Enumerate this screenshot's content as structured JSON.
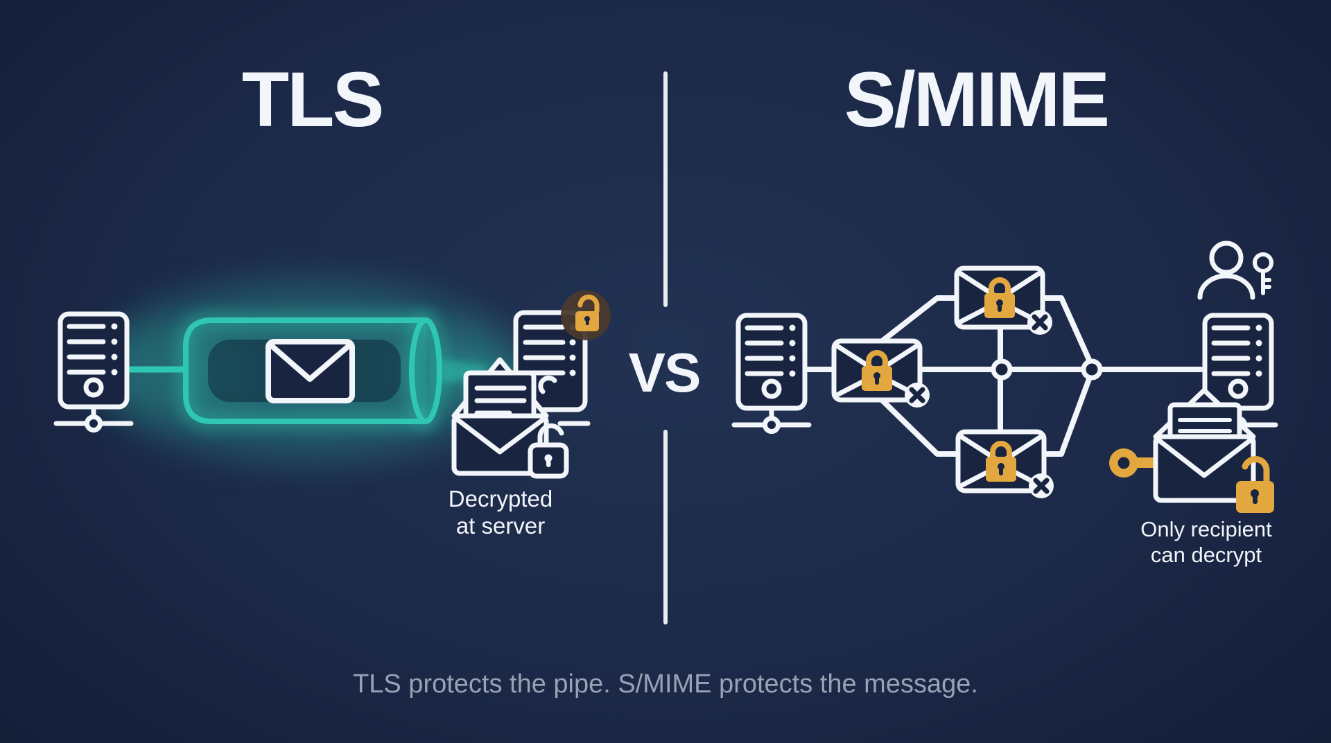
{
  "left_panel": {
    "title": "TLS",
    "decrypted_note": {
      "line1": "Decrypted",
      "line2": "at server"
    }
  },
  "right_panel": {
    "title": "S/MIME",
    "recipient_note": {
      "line1": "Only recipient",
      "line2": "can decrypt"
    }
  },
  "divider": {
    "vs_label": "VS"
  },
  "page": {
    "caption": "TLS protects the pipe. S/MIME protects the message."
  },
  "icons": {
    "sender-server-icon": "server tower with status lines",
    "tls-tunnel-icon": "glowing teal pipe",
    "email-envelope-icon": "closed envelope inside pipe",
    "server-documents-icon": "document pages with text lines",
    "decrypted-envelope-icon": "open envelope with letter",
    "open-padlock-icon": "white unlocked padlock",
    "unlocked-badge-icon": "gold open padlock in brown circle",
    "relay-server-icon": "server tower with status lines",
    "encrypted-envelope-icon": "sealed envelope with gold padlock",
    "gold-padlock-icon": "gold closed padlock",
    "blocked-x-icon": "white circle with x mark",
    "network-node-icon": "white ring node",
    "recipient-user-icon": "person silhouette",
    "user-key-icon": "small white key",
    "recipient-server-icon": "server tower with status lines",
    "recipient-envelope-icon": "open envelope with letter",
    "private-key-icon": "gold key",
    "recipient-unlocked-padlock-icon": "gold open padlock"
  },
  "colors": {
    "background": "#1c2948",
    "navy_fill": "#182440",
    "white": "#f2f5f9",
    "teal": "#2fc7b2",
    "gold": "#e2a83f",
    "badge_brown": "#4a3a2d",
    "caption_gray": "#99a2b4",
    "divider": "#e9edf2"
  }
}
